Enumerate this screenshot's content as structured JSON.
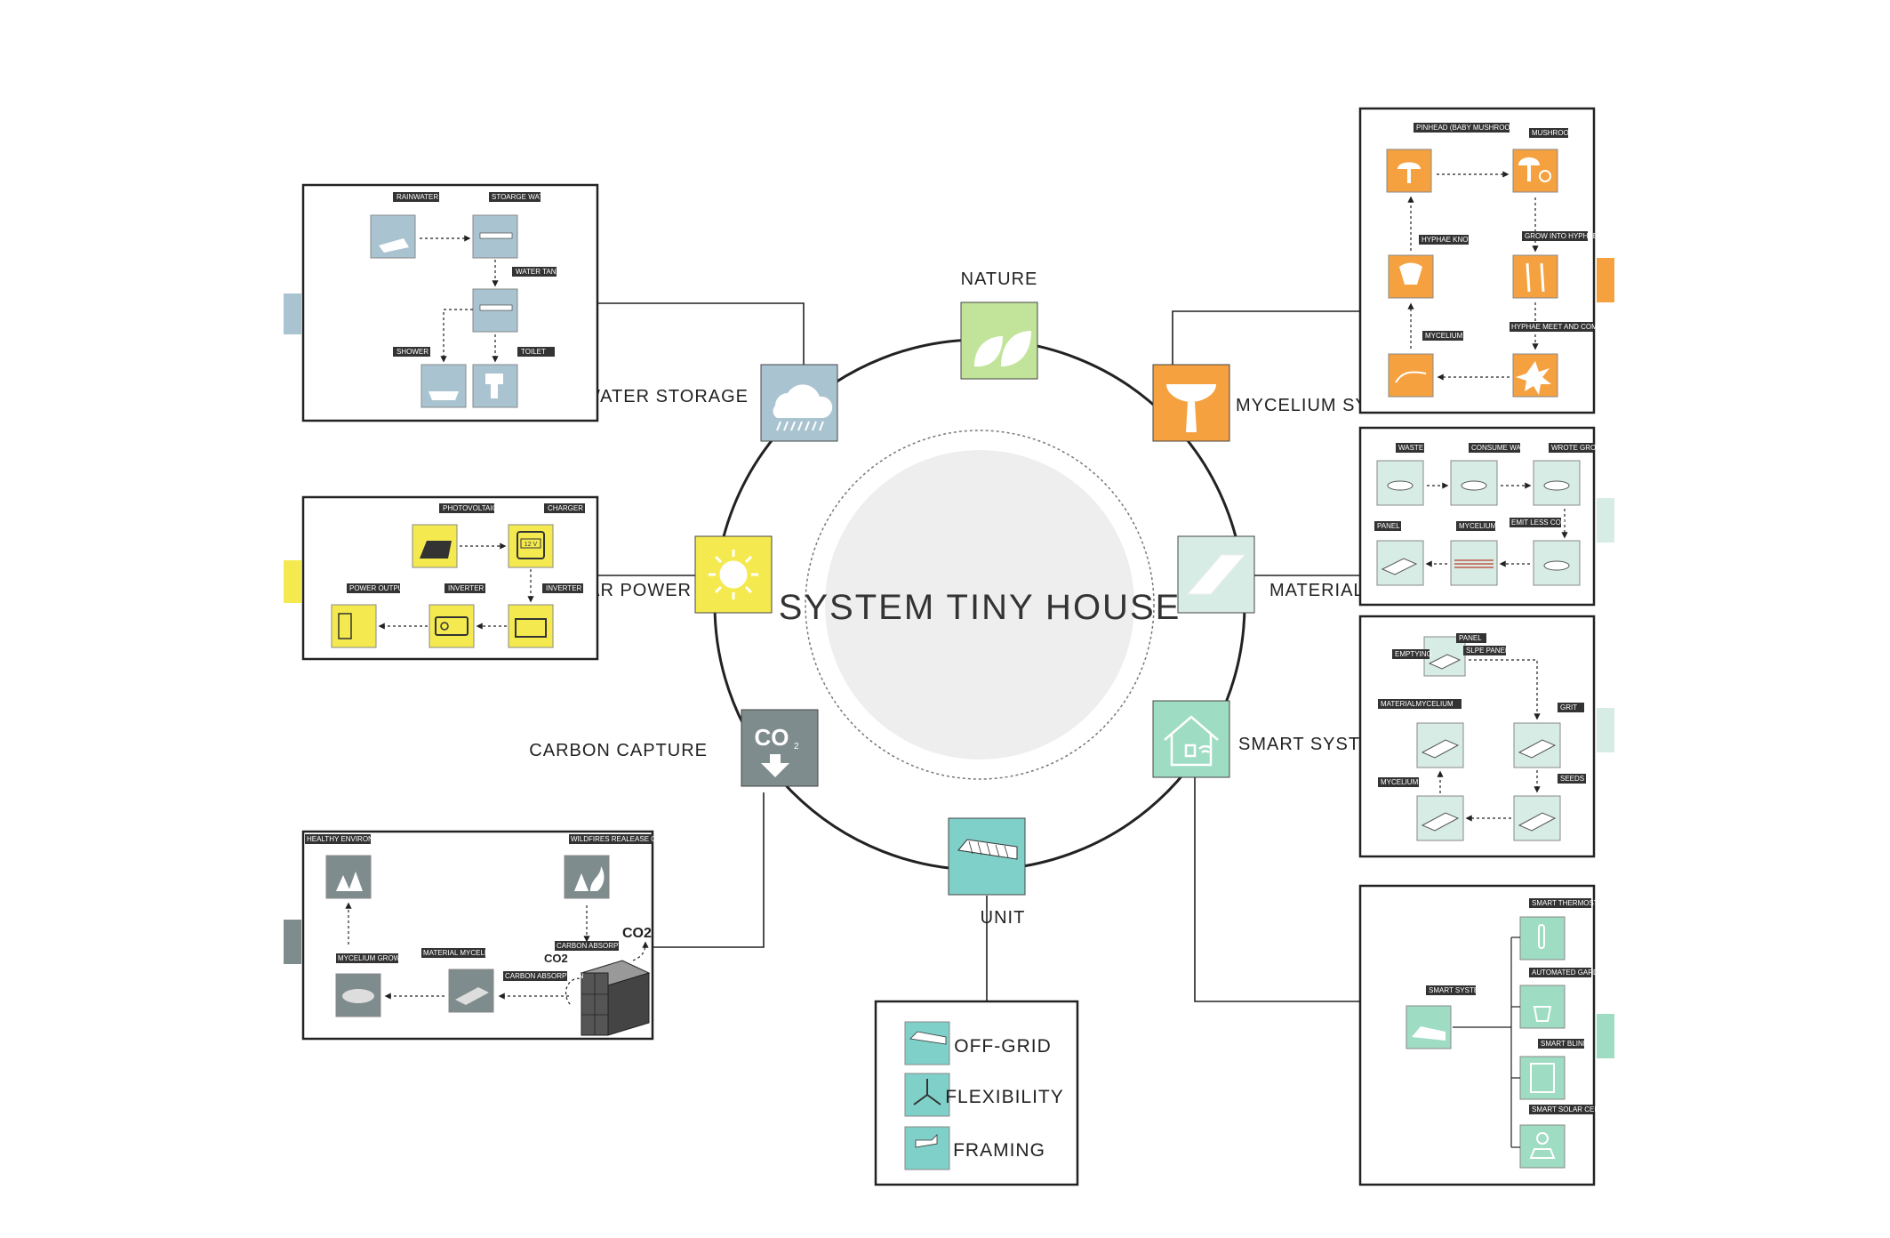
{
  "title": "SYSTEM TINY HOUSE",
  "colors": {
    "water": "#a9c4d0",
    "solar": "#f4ea4f",
    "carbon": "#7f8c8d",
    "nature": "#c1e49a",
    "mycelium": "#f5a140",
    "materials": "#d7ece4",
    "smart": "#9fdcc4",
    "unit": "#7fd0c8",
    "tag_bg": "#333333"
  },
  "nodes": {
    "nature": {
      "label": "NATURE",
      "icon": "leaf-icon"
    },
    "mycelium": {
      "label": "MYCELIUM SYSTEM",
      "icon": "mushroom-icon"
    },
    "materials": {
      "label": "MATERIALS",
      "icon": "panel-icon"
    },
    "smart": {
      "label": "SMART SYSTEM",
      "icon": "smart-home-icon"
    },
    "unit": {
      "label": "UNIT",
      "icon": "roof-unit-icon"
    },
    "carbon": {
      "label": "CARBON CAPTURE",
      "icon": "co2-icon",
      "glyph": "CO",
      "glyph_sub": "2"
    },
    "solar": {
      "label": "SOLAR POWER",
      "icon": "sun-icon"
    },
    "water": {
      "label": "WATER STORAGE",
      "icon": "rain-cloud-icon"
    }
  },
  "water_panel": {
    "rainwater": "RAINWATER",
    "storage": "STOARGE WATER",
    "tank": "WATER TANK",
    "shower": "SHOWER",
    "toilet": "TOILET"
  },
  "solar_panel": {
    "photovoltaic": "PHOTOVOLTAIC",
    "charger": "CHARGER",
    "charger_value": "12 V",
    "inverter_a": "INVERTER",
    "inverter_b": "INVERTER",
    "power_output": "POWER OUTPUT"
  },
  "carbon_panel": {
    "healthy": "HEALTHY ENVIRONMENT",
    "wildfires": "WILDFIRES REALEASE CARBON",
    "carbon_absorption_top": "CARBON ABSORPTION",
    "carbon_absorption_bottom": "CARBON ABSORPTION",
    "mycelium_growing": "MYCELIUM GROWING",
    "material_mycelium": "MATERIAL MYCELIUM",
    "co2_a": "CO2",
    "co2_b": "CO2"
  },
  "unit_panel": {
    "items": [
      "OFF-GRID",
      "FLEXIBILITY",
      "FRAMING"
    ]
  },
  "mycelium_panel": {
    "pinhead": "PINHEAD (BABY MUSHROOM)",
    "mushroom": "MUSHROOM",
    "hyphae_knot": "HYPHAE KNOT",
    "grow_into_hyphae": "GROW INTO HYPHAE",
    "mycelium": "MYCELIUM",
    "hyphae_meet": "HYPHAE MEET AND COMBINE"
  },
  "materials_panel": {
    "waste": "WASTE",
    "consume_waste": "CONSUME WASTE",
    "wrote_grows": "WROTE GROWS",
    "panel": "PANEL",
    "mycelium": "MYCELIUM",
    "emit_less_co2": "EMIT LESS CO2"
  },
  "process_panel": {
    "emptying": "EMPTYING",
    "panel": "PANEL",
    "slpe_panel": "SLPE PANEL",
    "material_mycelium": "MATERIALMYCELIUM",
    "grit": "GRIT",
    "mycelium": "MYCELIUM",
    "seeds": "SEEDS"
  },
  "smart_panel": {
    "smart_system": "SMART SYSTEM",
    "thermostat": "SMART THERMOSTAT",
    "garden": "AUTOMATED GARDEN",
    "blinds": "SMART BLINDS",
    "solar_cells": "SMART SOLAR CELLS"
  }
}
